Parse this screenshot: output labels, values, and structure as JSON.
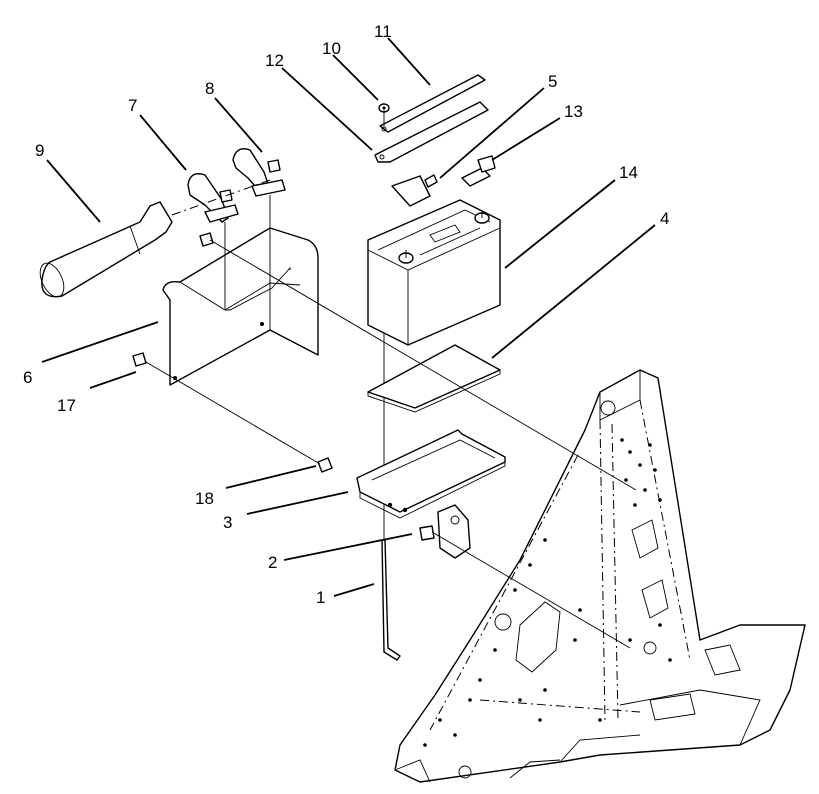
{
  "callouts": {
    "c1": "1",
    "c2": "2",
    "c3": "3",
    "c4": "4",
    "c5": "5",
    "c6": "6",
    "c7": "7",
    "c8": "8",
    "c9": "9",
    "c10": "10",
    "c11": "11",
    "c12": "12",
    "c13": "13",
    "c14": "14",
    "c17": "17",
    "c18": "18"
  },
  "colors": {
    "line": "#000000",
    "background": "#ffffff"
  }
}
